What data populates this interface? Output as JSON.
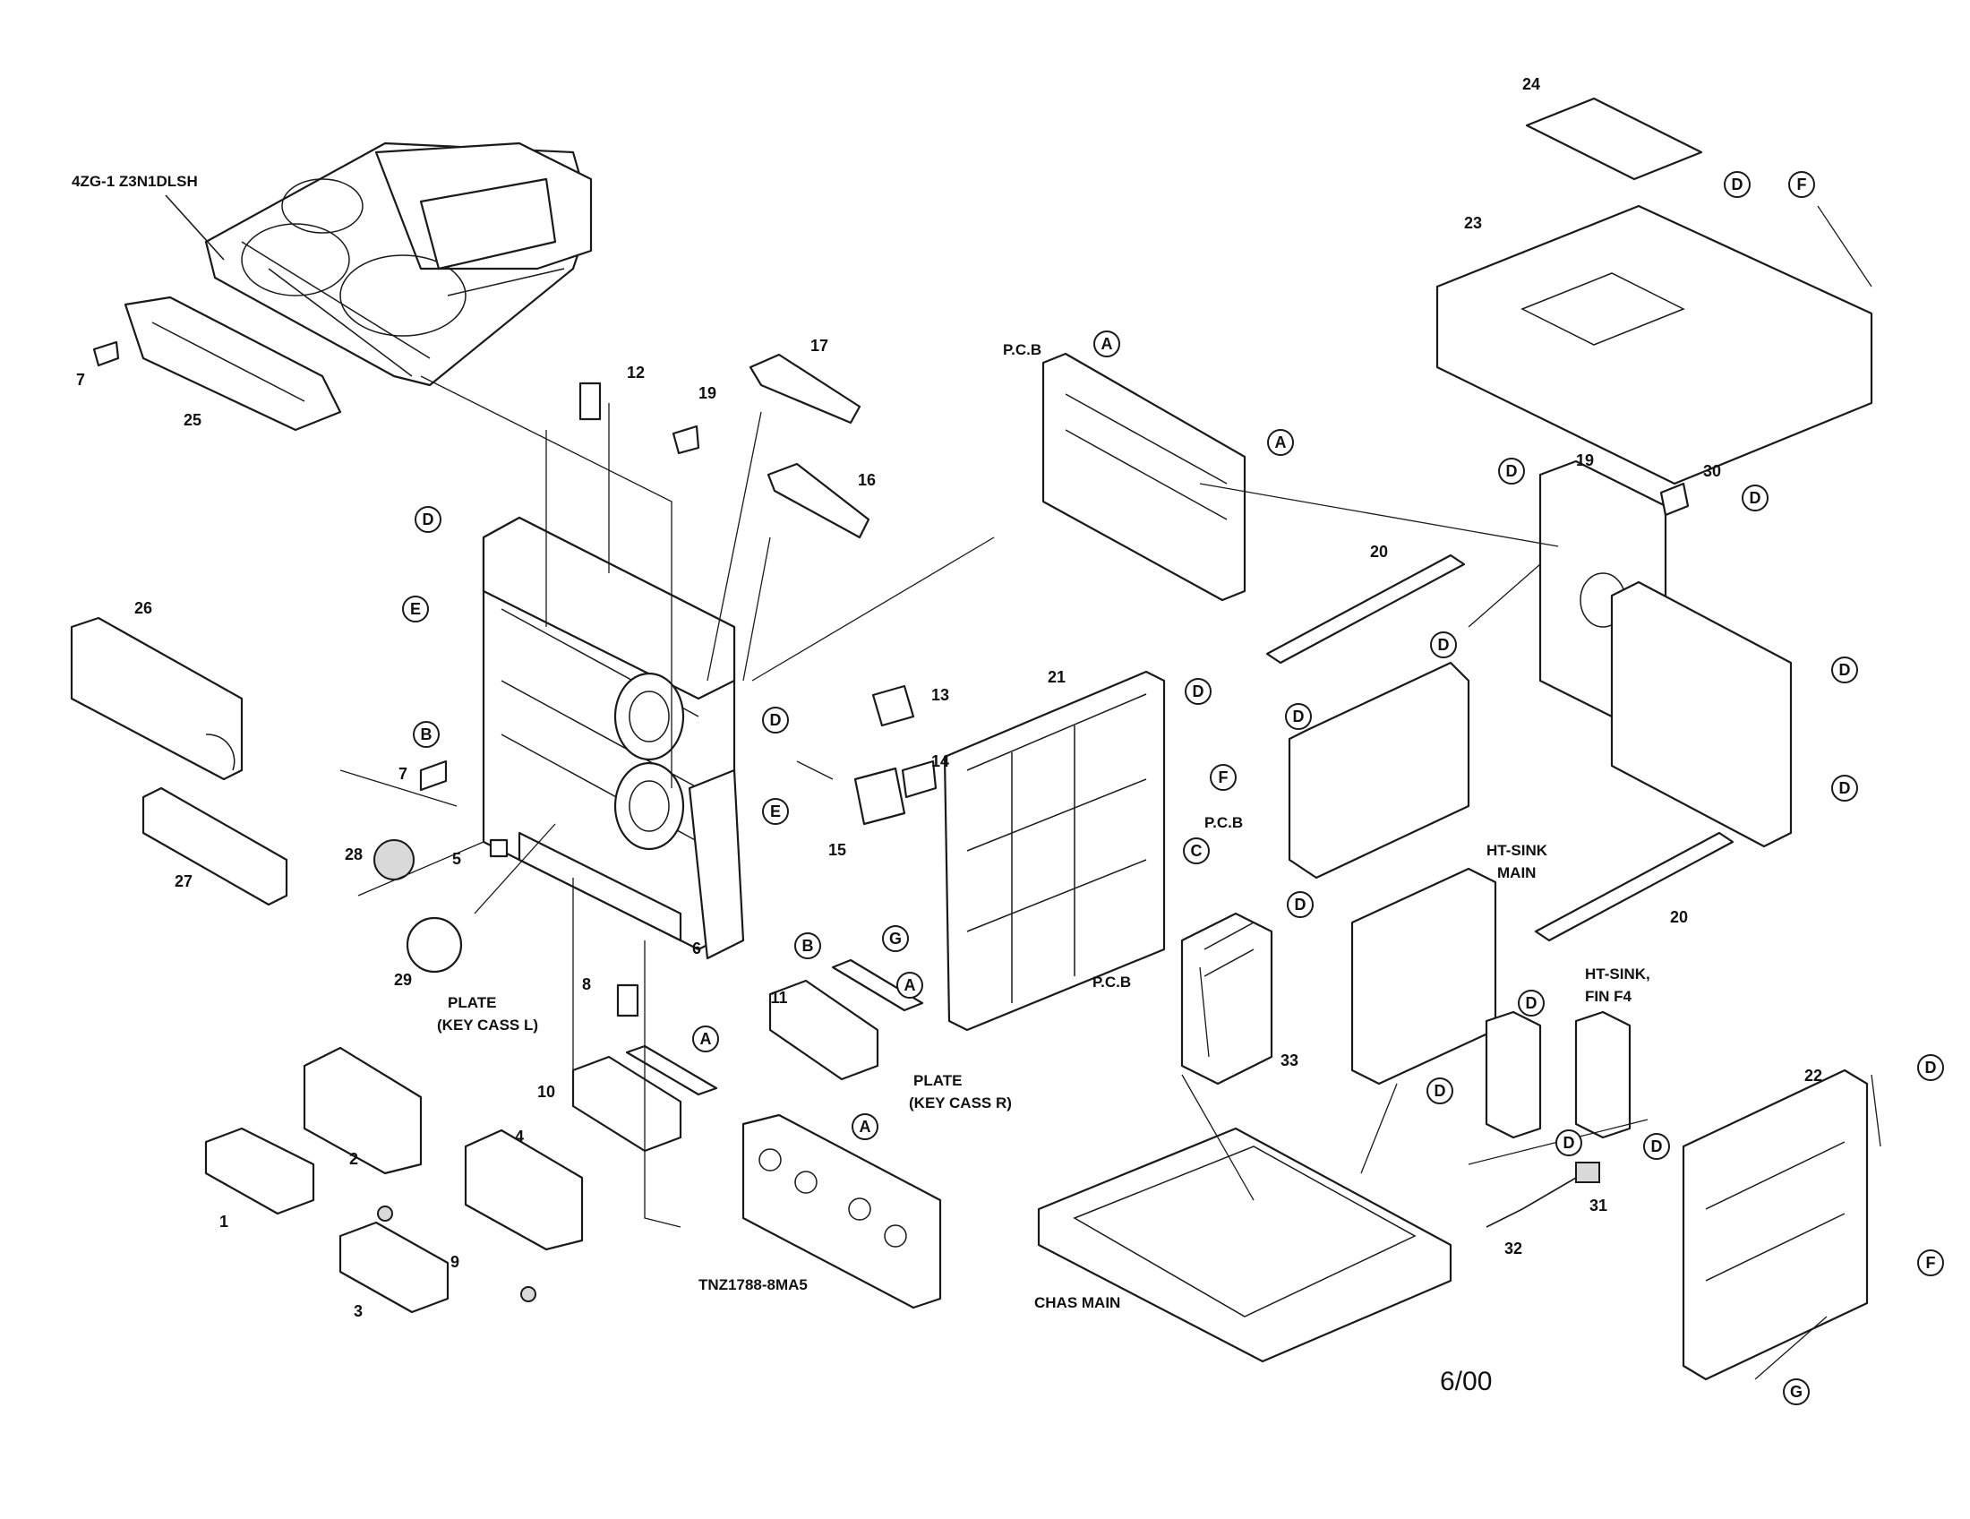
{
  "labels": {
    "cd_mech": "4ZG-1 Z3N1DLSH",
    "pcb": "P.C.B",
    "plate_key_cass_l_1": "PLATE",
    "plate_key_cass_l_2": "(KEY CASS L)",
    "plate_key_cass_r_1": "PLATE",
    "plate_key_cass_r_2": "(KEY CASS R)",
    "tnz": "TNZ1788-8MA5",
    "chas_main": "CHAS MAIN",
    "ht_sink_main_1": "HT-SINK",
    "ht_sink_main_2": "MAIN",
    "ht_sink_fin_1": "HT-SINK,",
    "ht_sink_fin_2": "FIN F4",
    "footer": "6/00"
  },
  "part_numbers": {
    "p1": "1",
    "p2": "2",
    "p3": "3",
    "p4": "4",
    "p5": "5",
    "p6": "6",
    "p7": "7",
    "p8": "8",
    "p9": "9",
    "p10": "10",
    "p11": "11",
    "p12": "12",
    "p13": "13",
    "p14": "14",
    "p15": "15",
    "p16": "16",
    "p17": "17",
    "p19": "19",
    "p20": "20",
    "p21": "21",
    "p22": "22",
    "p23": "23",
    "p24": "24",
    "p25": "25",
    "p26": "26",
    "p27": "27",
    "p28": "28",
    "p29": "29",
    "p30": "30",
    "p31": "31",
    "p32": "32",
    "p33": "33"
  },
  "connection_letters": {
    "A": "A",
    "B": "B",
    "C": "C",
    "D": "D",
    "E": "E",
    "F": "F",
    "G": "G"
  }
}
